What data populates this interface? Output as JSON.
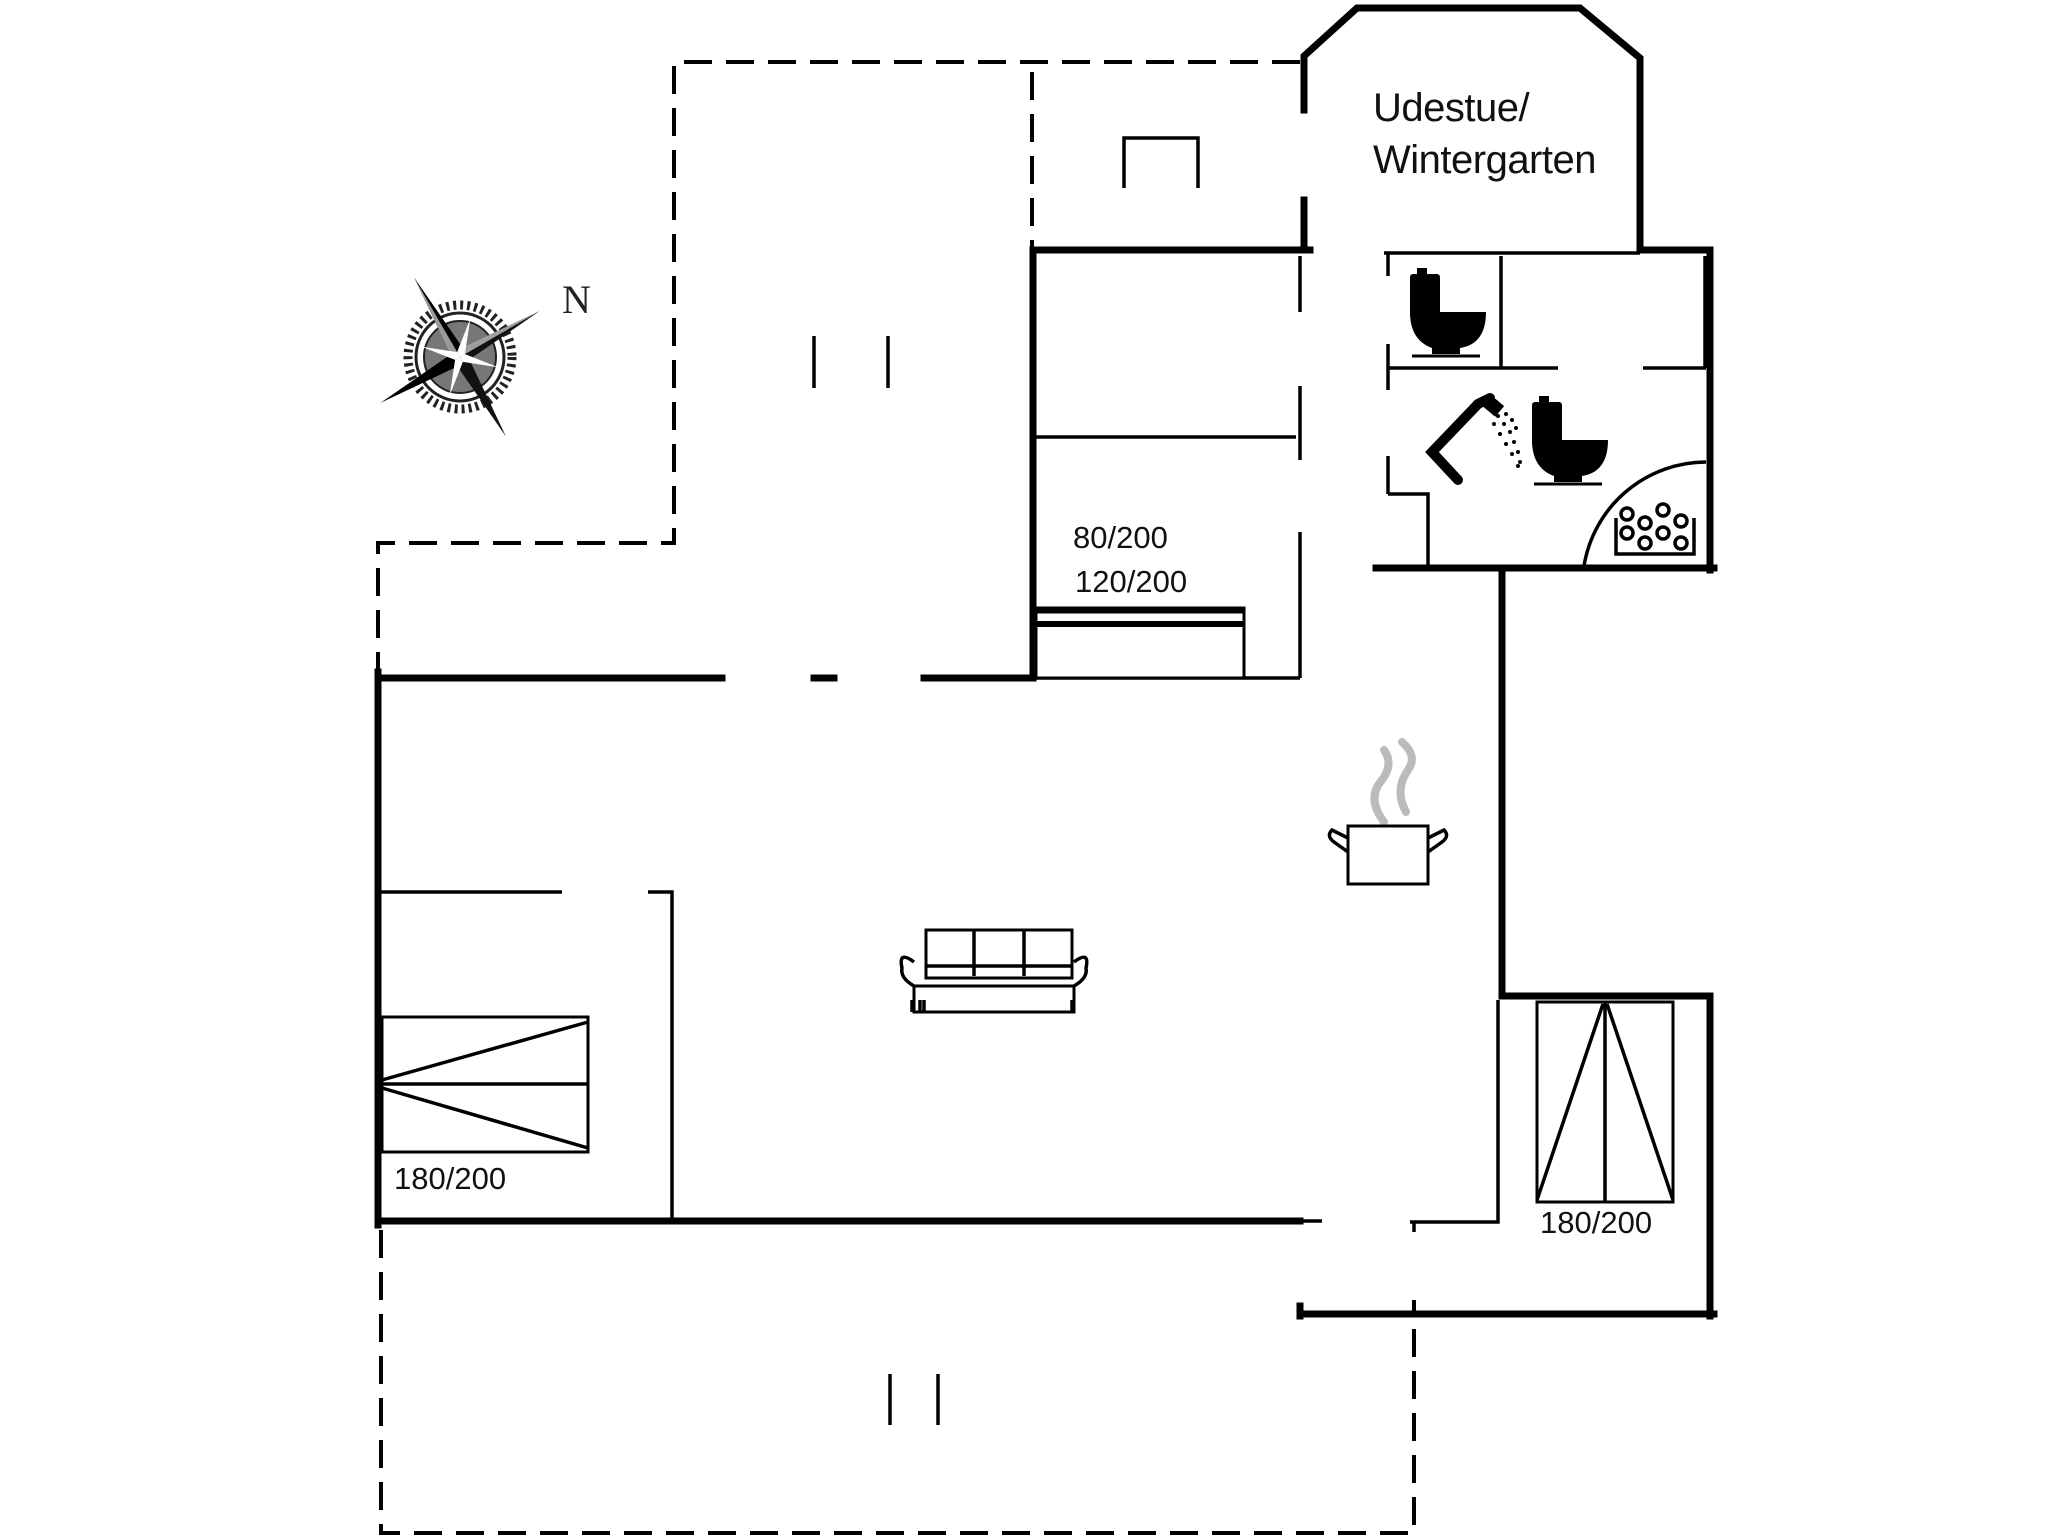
{
  "plan": {
    "type": "floor-plan",
    "background": "#ffffff",
    "line_color": "#000000",
    "steam_color": "#bbbbbb"
  },
  "compass": {
    "north_label": "N",
    "icon": "compass-rose-icon"
  },
  "rooms": {
    "conservatory": {
      "line1": "Udestue/",
      "line2": "Wintergarten"
    }
  },
  "beds": [
    {
      "id": "bed-upper-single",
      "size": "80/200"
    },
    {
      "id": "bed-upper-double",
      "size": "120/200"
    },
    {
      "id": "bed-left-double",
      "size": "180/200"
    },
    {
      "id": "bed-right-double",
      "size": "180/200"
    }
  ],
  "icons": [
    "compass-rose-icon",
    "toilet-icon",
    "shower-icon",
    "toilet-icon",
    "whirlpool-tub-icon",
    "cooking-pot-icon",
    "sofa-icon",
    "fireplace-icon"
  ]
}
